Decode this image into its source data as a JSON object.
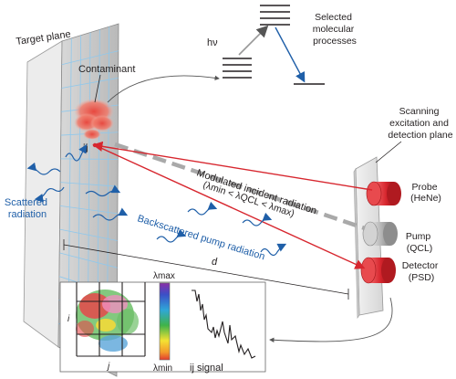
{
  "labels": {
    "target_plane": "Target plane",
    "contaminant": "Contaminant",
    "pixel": "ij",
    "photon": "hν",
    "selected_processes": [
      "Selected",
      "molecular",
      "processes"
    ],
    "scanning_plane": [
      "Scanning",
      "excitation and",
      "detection plane"
    ],
    "modulated_radiation": "Modulated incident radiation",
    "lambda_condition": "(λmin < λQCL < λmax)",
    "scattered_radiation": [
      "Scattered",
      "radiation"
    ],
    "backscattered_radiation": "Backscattered pump radiation",
    "distance": "d",
    "probe": [
      "Probe",
      "(HeNe)"
    ],
    "pump": [
      "Pump",
      "(QCL)"
    ],
    "detector": [
      "Detector",
      "(PSD)"
    ],
    "lambda_max": "λmax",
    "lambda_min": "λmin",
    "axis_i": "i",
    "axis_j": "j",
    "ij_signal": "ij signal"
  },
  "colors": {
    "red_beam": "#d7262e",
    "scattered_blue": "#1f5fa8",
    "grid": "#8fc8ec",
    "target_face": "#c7c7c7",
    "panel": "#e8e8e8",
    "probe_cylinder": "#e0393e",
    "pump_cylinder": "#b5b5b5",
    "detector_cylinder": "#e0393e",
    "modulated_beam": "#a9a9a9"
  },
  "icons": [
    "target-plane",
    "contaminant-blob",
    "energy-level-diagram",
    "probe-cylinder",
    "pump-cylinder",
    "detector-cylinder",
    "spectral-image",
    "wavelength-colorbar",
    "signal-spectrum"
  ]
}
